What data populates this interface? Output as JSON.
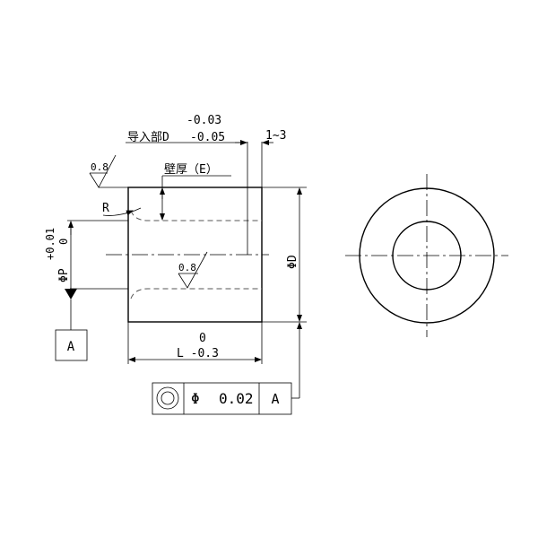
{
  "drawing": {
    "lead_in": {
      "label": "导入部D",
      "tol_upper": "-0.03",
      "tol_lower": "-0.05",
      "chamfer_range": "1~3"
    },
    "wall_thickness": {
      "label": "壁厚（E）"
    },
    "surface_finish": {
      "outer": "0.8",
      "bore": "0.8"
    },
    "radius_label": "R",
    "bore_diameter": {
      "label": "ΦP",
      "tol_upper": "+0.01",
      "tol_lower": "0"
    },
    "outer_diameter": {
      "label": "ΦD"
    },
    "datum": {
      "label": "A"
    },
    "length": {
      "label": "L",
      "tol_upper": "0",
      "tol_lower": "-0.3",
      "text": "L -0.3"
    },
    "feature_control_frame": {
      "symbol": "concentricity-icon",
      "diameter_symbol": "Φ",
      "tolerance": "0.02",
      "datum": "A"
    }
  }
}
